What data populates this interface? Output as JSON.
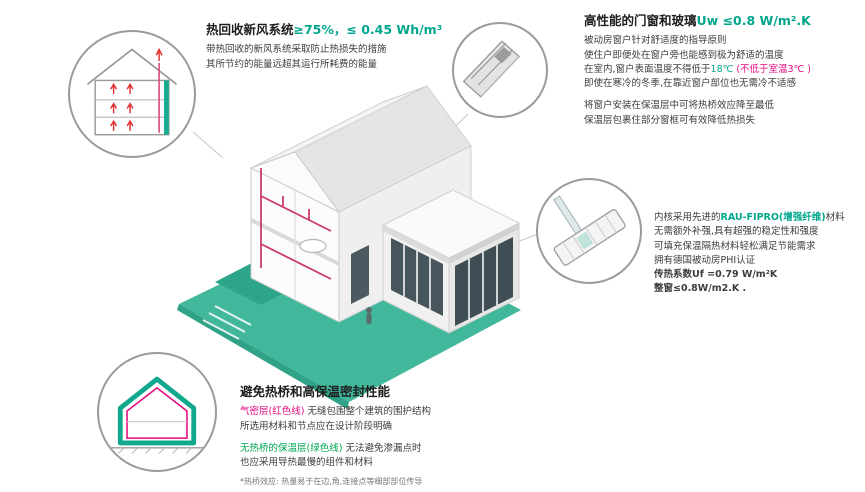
{
  "accent_colors": {
    "teal": "#00a68c",
    "pink": "#e5097f",
    "green": "#00a651",
    "platform_teal": "#41b79c",
    "duct_pink": "#cb3a6e"
  },
  "ventilation": {
    "title_black": "热回收新风系统",
    "title_teal": "≥75%，≤ 0.45 Wh/m³",
    "line1": "带热回收的新风系统采取防止热损失的措施",
    "line2": "其所节约的能量远超其运行所耗费的能量"
  },
  "windows": {
    "title_black": "高性能的门窗和玻璃",
    "title_teal": "Uw ≤0.8 W/m².K",
    "l1": "被动房窗户针对舒适度的指导原则",
    "l2": "使住户即便处在窗户旁也能感到极为舒适的温度",
    "l3_a": "在室内,窗户表面温度不得低于",
    "l3_b": "18℃",
    "l3_c": " (不低于室温3℃ )",
    "l4": "即使在寒冷的冬季,在靠近窗户部位也无需冷不适感",
    "l5": "将窗户安装在保温层中可将热桥效应降至最低",
    "l6": "保温层包裹住部分窗框可有效降低热损失"
  },
  "frame_profile": {
    "l1_a": "内核采用先进的",
    "l1_b": "RAU-FIPRO(增强纤维)",
    "l1_c": "材料",
    "l2": "无需额外补强,具有超强的稳定性和强度",
    "l3": "可填充保温隔热材料轻松满足节能需求",
    "l4": "拥有德国被动房PHI认证",
    "u_frame": "传热系数Uf =0.79 W/m²K",
    "u_window": "整窗≤0.8W/m2.K ."
  },
  "envelope": {
    "title": "避免热桥和高保温密封性能",
    "airtight_label": "气密层(红色线)",
    "airtight_text": " 无缝包围整个建筑的围护结构",
    "airtight_line2": "所选用材料和节点应在设计阶段明确",
    "insulation_label": "无热桥的保温层(绿色线)",
    "insulation_text": " 无法避免渗漏点时",
    "insulation_line2": "也应采用导热最慢的组件和材料",
    "footnote": "*热桥效应: 热量易于在边,角,连接点等细部部位传导"
  }
}
